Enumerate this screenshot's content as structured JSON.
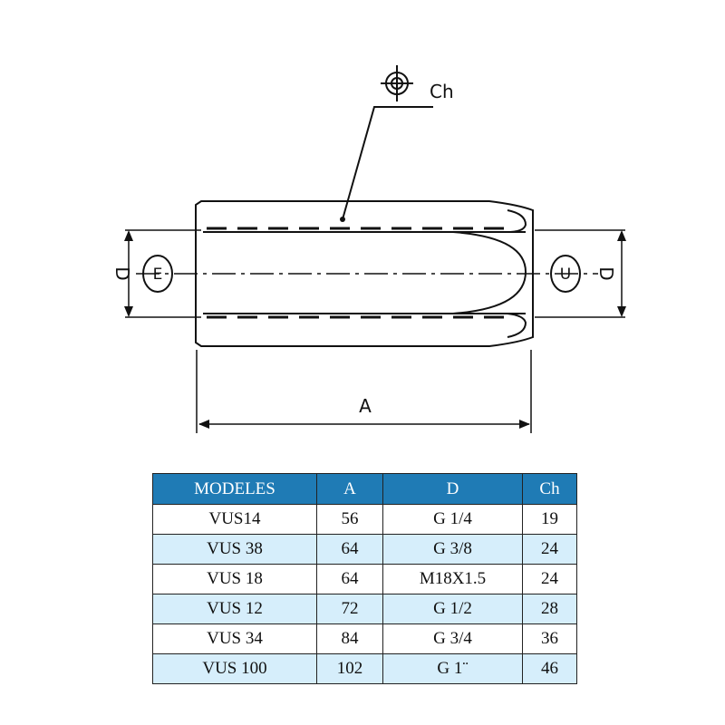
{
  "drawing": {
    "label_ch": "Ch",
    "label_d_left": "D",
    "label_d_right": "D",
    "label_e": "E",
    "label_u": "U",
    "label_a": "A"
  },
  "table": {
    "header_color": "#1f7bb5",
    "alt_row_color": "#d6eefb",
    "columns": [
      "MODELES",
      "A",
      "D",
      "Ch"
    ],
    "rows": [
      [
        "VUS14",
        "56",
        "G 1/4",
        "19"
      ],
      [
        "VUS 38",
        "64",
        "G 3/8",
        "24"
      ],
      [
        "VUS 18",
        "64",
        "M18X1.5",
        "24"
      ],
      [
        "VUS 12",
        "72",
        "G 1/2",
        "28"
      ],
      [
        "VUS 34",
        "84",
        "G 3/4",
        "36"
      ],
      [
        "VUS 100",
        "102",
        "G 1¨",
        "46"
      ]
    ]
  }
}
